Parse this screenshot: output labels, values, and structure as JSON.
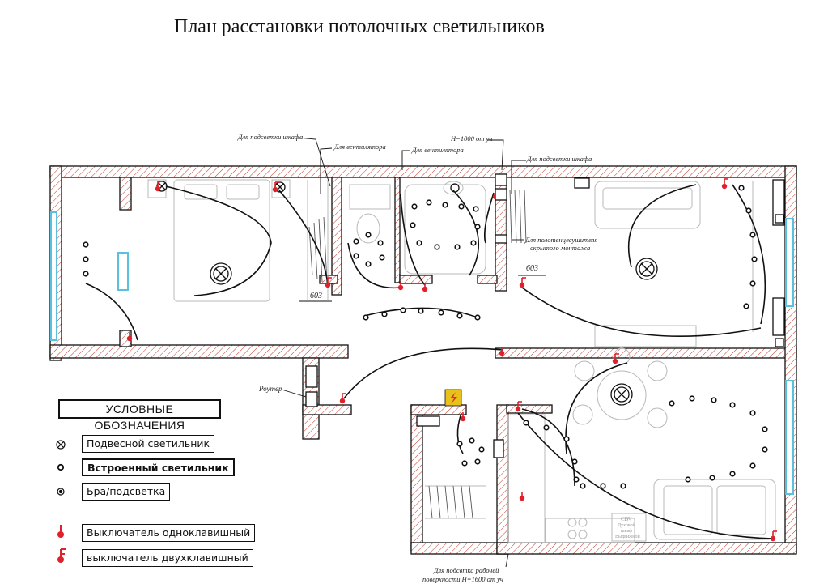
{
  "title": "План расстановки потолочных светильников",
  "annotations": {
    "closet_light_1": "Для подсветки шкафа",
    "ventilator_1": "Для вентилятора",
    "ventilator_2": "Для вентилятора",
    "height_1000": "H=1000 от уч",
    "closet_light_2": "Для подсветки шкафа",
    "towel_dryer_line1": "Для полотенцесушителя",
    "towel_dryer_line2": "скрытого монтажа",
    "dim_603_a": "603",
    "dim_603_b": "603",
    "router": "Роутер",
    "worksurface_line1": "Для подсвтка рабочей",
    "worksurface_line2": "поверхности H=1600 от уч",
    "appliance_line1": "СВЧ",
    "appliance_line2": "Духовой",
    "appliance_line3": "шкаф",
    "appliance_line4": "Выдвижной"
  },
  "legend": {
    "title": "УСЛОВНЫЕ ОБОЗНАЧЕНИЯ",
    "items": [
      {
        "label": "Подвесной светильник",
        "icon": "pendant-light-icon"
      },
      {
        "label": "Встроенный светильник",
        "icon": "recessed-light-icon"
      },
      {
        "label": "Бра/подсветка",
        "icon": "sconce-icon"
      },
      {
        "label": "Выключатель одноклавишный",
        "icon": "single-switch-icon"
      },
      {
        "label": "выключатель двухклавишный",
        "icon": "double-switch-icon"
      }
    ]
  },
  "colors": {
    "wall_hatch": "#c0392b",
    "switch": "#e0202a",
    "electrical_panel": "#e8c21a",
    "window": "#5bc0de",
    "wiring": "#111111"
  }
}
